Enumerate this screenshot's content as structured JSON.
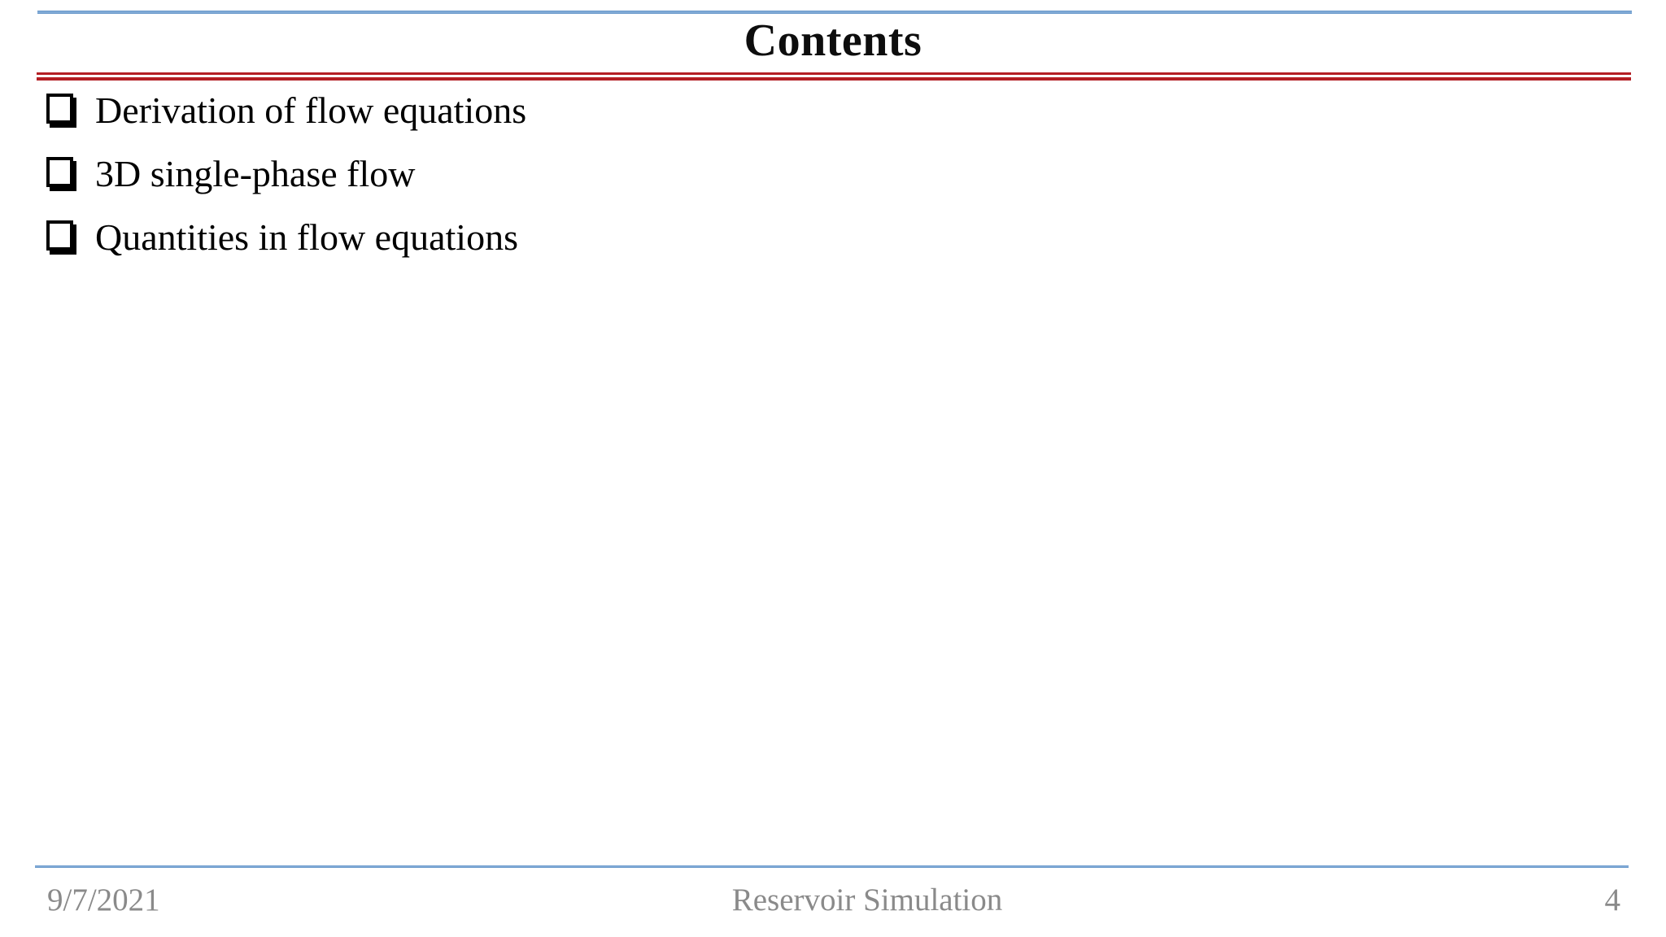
{
  "slide": {
    "title": "Contents",
    "bullets": [
      "Derivation of flow equations",
      "3D single-phase flow",
      "Quantities in flow equations"
    ],
    "footer": {
      "date": "9/7/2021",
      "center": "Reservoir Simulation",
      "page_number": "4"
    },
    "colors": {
      "accent_blue": "#6fa0d2",
      "accent_red": "#b41f24",
      "footer_gray": "#8a8a8a",
      "body_text": "#000000"
    }
  }
}
